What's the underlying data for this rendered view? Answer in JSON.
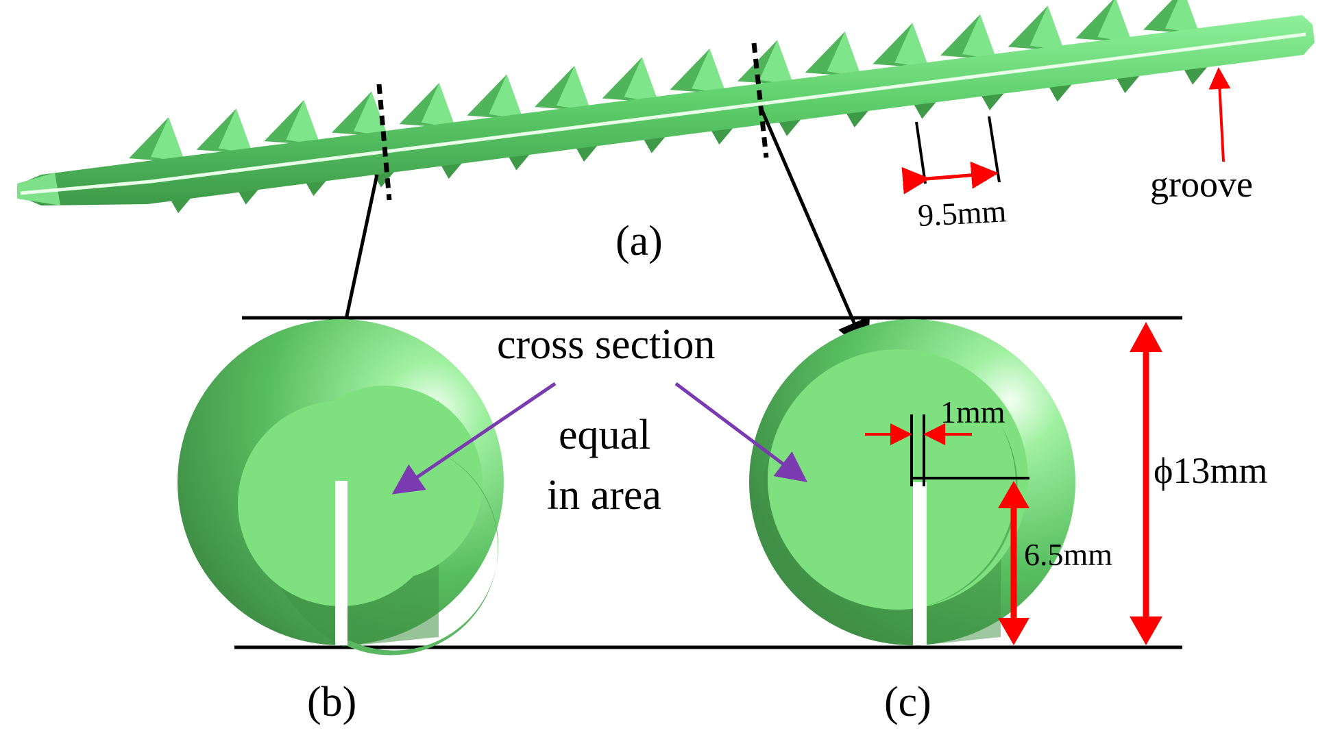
{
  "labels": {
    "panel_a": "(a)",
    "panel_b": "(b)",
    "panel_c": "(c)",
    "groove": "groove",
    "pitch": "9.5mm",
    "cross_section": "cross section",
    "equal": "equal",
    "in_area": "in area",
    "slot_width": "1mm",
    "slot_depth": "6.5mm",
    "diameter": "ϕ13mm"
  },
  "colors": {
    "screw_green": "#6fd67a",
    "screw_dark": "#3f9a4a",
    "section_light": "#7fe07f",
    "dimension_red": "#ff0000",
    "pointer_purple": "#7a3ab0",
    "line_black": "#000000"
  }
}
